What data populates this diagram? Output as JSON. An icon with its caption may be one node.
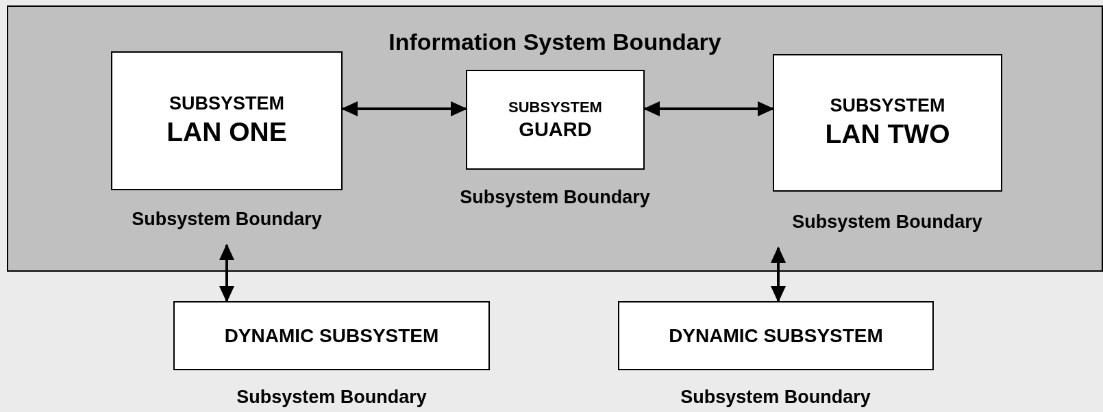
{
  "diagram": {
    "nodes": [
      {
        "text": [
          "Information System Boundary"
        ]
      },
      {
        "text": [
          "SUBSYSTEM",
          "LAN ONE"
        ],
        "in": 0,
        "beside": [
          "Subsystem Boundary"
        ]
      },
      {
        "text": [
          "SUBSYSTEM",
          "GUARD"
        ],
        "in": 0,
        "beside": [
          "Subsystem Boundary"
        ]
      },
      {
        "text": [
          "SUBSYSTEM",
          "LAN TWO"
        ],
        "in": 0,
        "beside": [
          "Subsystem Boundary"
        ]
      },
      {
        "text": [
          "DYNAMIC SUBSYSTEM"
        ],
        "beside": [
          "Subsystem Boundary"
        ]
      },
      {
        "text": [
          "DYNAMIC SUBSYSTEM"
        ],
        "beside": [
          "Subsystem Boundary"
        ]
      }
    ],
    "edges": [
      {
        "from": 1,
        "to": 2,
        "arrow": "both"
      },
      {
        "from": 2,
        "to": 3,
        "arrow": "both"
      },
      {
        "from": 1,
        "to": 4,
        "arrow": "both"
      },
      {
        "from": 3,
        "to": 5,
        "arrow": "both"
      }
    ]
  }
}
